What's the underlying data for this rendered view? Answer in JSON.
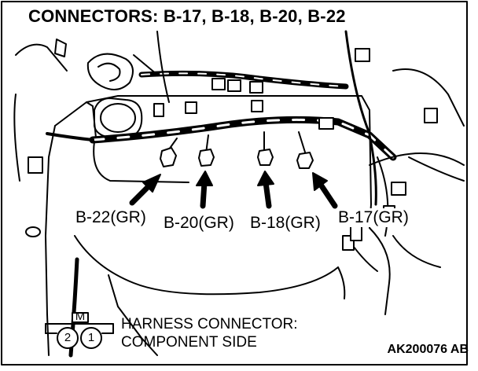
{
  "title": "CONNECTORS: B-17, B-18, B-20, B-22",
  "callouts": [
    {
      "label": "B-22(GR)"
    },
    {
      "label": "B-20(GR)"
    },
    {
      "label": "B-18(GR)"
    },
    {
      "label": "B-17(GR)"
    }
  ],
  "legend": {
    "symbol_letter": "M",
    "pin_left": "2",
    "pin_right": "1",
    "line1": "HARNESS CONNECTOR:",
    "line2": "COMPONENT SIDE"
  },
  "figure_code": "AK200076 AB",
  "colors": {
    "ink": "#000000",
    "paper": "#ffffff"
  }
}
